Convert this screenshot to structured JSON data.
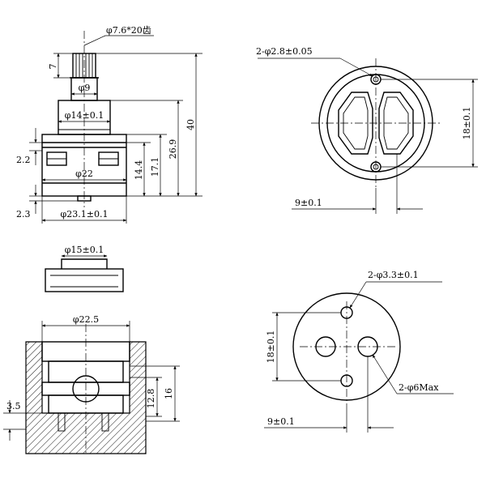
{
  "labels": {
    "spline": "φ7.6*20齿",
    "stem_h": "7",
    "stem_d": "φ9",
    "neck_d": "φ14±0.1",
    "total_h": "40",
    "h_26_9": "26.9",
    "h_17_1": "17.1",
    "h_14_4": "14.4",
    "h_2_2": "2.2",
    "body_d22": "φ22",
    "h_2_3": "2.3",
    "body_d23": "φ23.1±0.1",
    "holes_top": "2-φ2.8±0.05",
    "pitch_top": "18±0.1",
    "offset_top": "9±0.1",
    "cap_d": "φ15±0.1",
    "sec_d": "φ22.5",
    "h_16": "16",
    "h_12_8": "12.8",
    "h_3_5": "3.5",
    "holes_bot": "2-φ3.3±0.1",
    "pitch_bot": "18±0.1",
    "ports_bot": "2-φ6Max",
    "offset_bot": "9±0.1"
  }
}
